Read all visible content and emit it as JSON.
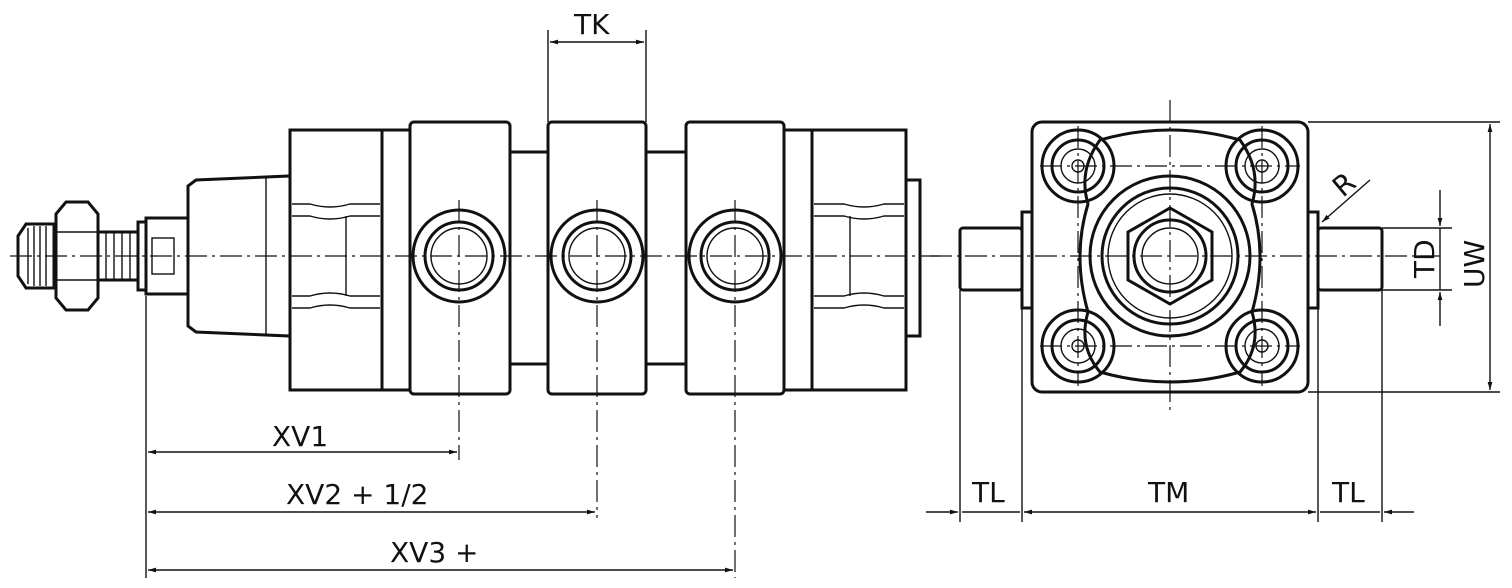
{
  "drawing": {
    "side_view": {
      "dimensions": {
        "tk": "TK",
        "xv1": "XV1",
        "xv2": "XV2 + 1/2",
        "xv3": "XV3 +"
      }
    },
    "end_view": {
      "dimensions": {
        "tl_left": "TL",
        "tm": "TM",
        "tl_right": "TL",
        "r": "R",
        "td": "TD",
        "uw": "UW"
      }
    }
  }
}
